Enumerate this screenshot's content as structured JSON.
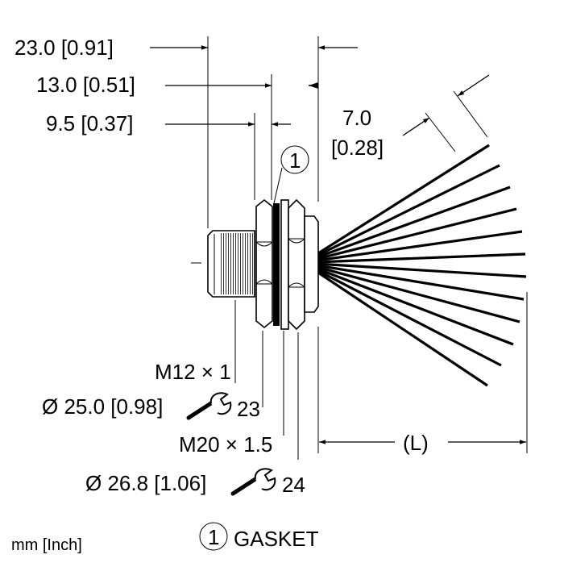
{
  "dimensions": {
    "overall_length": "23.0 [0.91]",
    "nut_to_face": "13.0 [0.51]",
    "thread_length": "9.5 [0.37]",
    "wire_strip": "7.0",
    "wire_strip_inch": "[0.28]",
    "cable_length": "(L)"
  },
  "callouts": {
    "thread_m12": "M12 × 1",
    "wrench_25": "Ø 25.0 [0.98]",
    "wrench_25_size": "23",
    "thread_m20": "M20 × 1.5",
    "wrench_26": "Ø 26.8 [1.06]",
    "wrench_26_size": "24"
  },
  "legend": {
    "marker": "1",
    "gasket_label": "GASKET",
    "units": "mm [Inch]"
  },
  "icons": [
    "wrench-icon",
    "wrench-icon"
  ]
}
